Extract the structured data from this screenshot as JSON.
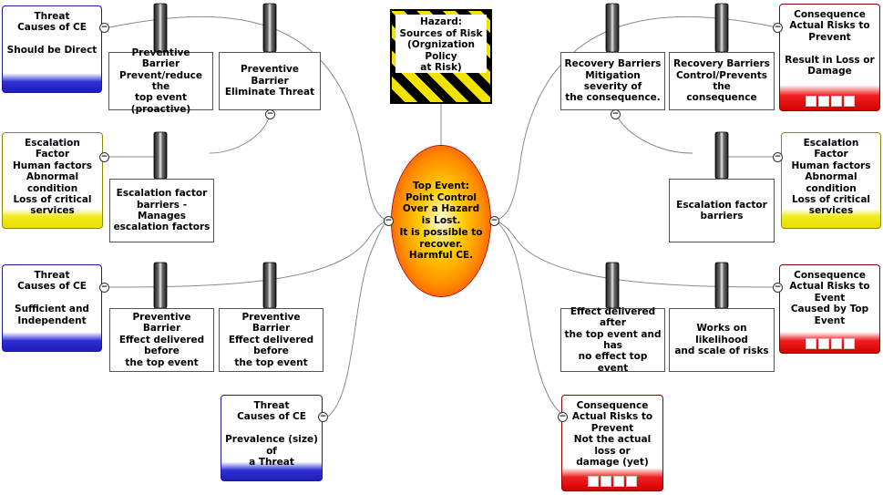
{
  "hazard": {
    "label": "Hazard:\nSources of Risk\n(Orgnization Policy\nat Risk)"
  },
  "top_event": {
    "label": "Top Event:\nPoint Control\nOver a Hazard\nis Lost.\nIt is possible to\nrecover.\nHarmful CE."
  },
  "threats": [
    {
      "label": "Threat\nCauses of CE\n\nShould be Direct"
    },
    {
      "label": "Threat\nCauses of CE\n\nSufficient and\nIndependent"
    },
    {
      "label": "Threat\nCauses of CE\n\nPrevalence (size) of\na Threat"
    }
  ],
  "consequences": [
    {
      "label": "Consequence\nActual Risks to\nPrevent\n\nResult in Loss or\nDamage"
    },
    {
      "label": "Consequence\nActual Risks to  Event\nCaused by Top Event"
    },
    {
      "label": "Consequence\nActual Risks to\nPrevent\nNot the actual loss or\ndamage (yet)"
    }
  ],
  "escalation_factors": [
    {
      "label": "Escalation Factor\nHuman factors\nAbnormal condition\nLoss of critical\nservices"
    },
    {
      "label": "Escalation Factor\nHuman factors\nAbnormal condition\nLoss of critical\nservices"
    }
  ],
  "barriers": {
    "preventive_1": "Preventive Barrier\nPrevent/reduce the\ntop event (proactive)",
    "preventive_2": "Preventive Barrier\nEliminate Threat",
    "escalation_left": "Escalation factor\nbarriers - Manages\nescalation factors",
    "preventive_3": "Preventive Barrier\nEffect delivered before\nthe top event",
    "preventive_4": "Preventive Barrier\nEffect delivered before\nthe top event",
    "recovery_1": "Recovery Barriers\nMitigation severity of\nthe consequence.",
    "recovery_2": "Recovery Barriers\nControl/Prevents the\nconsequence",
    "escalation_right": "Escalation factor\nbarriers",
    "recovery_3": "Effect delivered after\nthe top event and has\nno effect top event",
    "recovery_4": "Works on likelihood\nand scale of risks"
  },
  "toggle_symbol": "−",
  "colors": {
    "threat": "#2f2fd8",
    "consequence": "#e00000",
    "escalation": "#efe600",
    "hazard_stripe": "#f2e200"
  }
}
